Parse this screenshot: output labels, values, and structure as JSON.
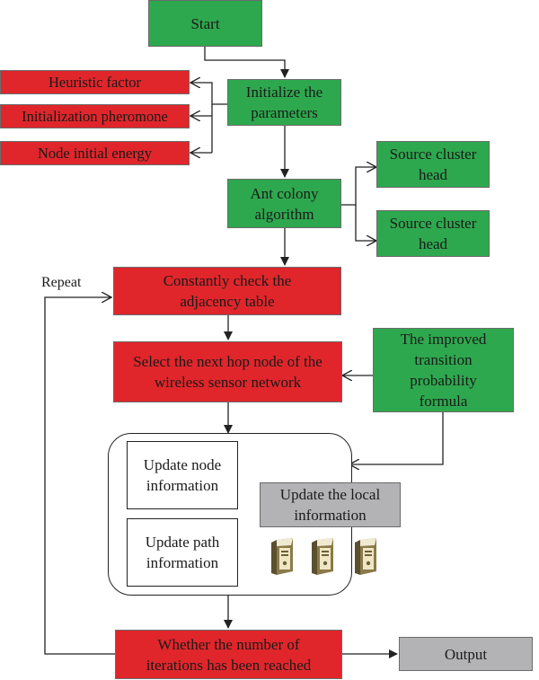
{
  "nodes": {
    "start": "Start",
    "init": "Initialize the parameters",
    "heuristic": "Heuristic factor",
    "init_pheromone": "Initialization pheromone",
    "node_energy": "Node initial energy",
    "aco": "Ant colony algorithm",
    "src_ch_1": "Source cluster head",
    "src_ch_2": "Source cluster head",
    "check_table": "Constantly check the adjacency table",
    "select_hop": "Select the next hop node of the wireless sensor network",
    "transition": "The improved transition probability formula",
    "update_node": "Update node information",
    "update_path": "Update path information",
    "update_local": "Update the local information",
    "iterations": "Whether the number of iterations has been reached",
    "output": "Output"
  },
  "labels": {
    "repeat": "Repeat"
  },
  "icons": [
    "server-icon",
    "server-icon",
    "server-icon"
  ],
  "colors": {
    "green": "#2ea84e",
    "red": "#e0262b",
    "gray": "#b3b3b6",
    "line": "#222222"
  }
}
